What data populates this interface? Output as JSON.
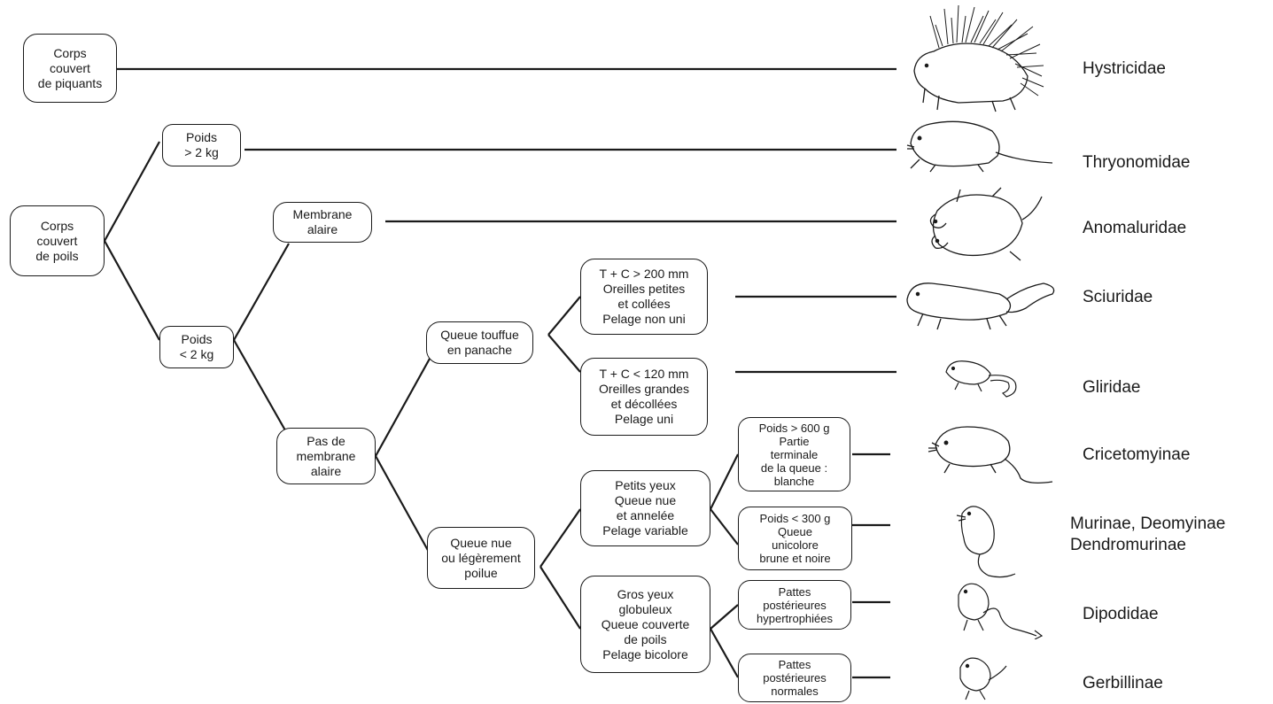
{
  "nodes": {
    "piquants": "Corps\ncouvert\nde piquants",
    "poils": "Corps\ncouvert\nde poils",
    "poids_sup2": "Poids\n> 2 kg",
    "poids_inf2": "Poids\n< 2 kg",
    "membrane": "Membrane\nalaire",
    "pas_membrane": "Pas de\nmembrane\nalaire",
    "queue_touffue": "Queue touffue\nen panache",
    "queue_nue": "Queue nue\nou légèrement\npoilue",
    "tc_200": "T + C > 200 mm\nOreilles petites\net collées\nPelage non uni",
    "tc_120": "T + C < 120 mm\nOreilles grandes\net décollées\nPelage  uni",
    "petits_yeux": "Petits yeux\nQueue nue\net annelée\nPelage  variable",
    "gros_yeux": "Gros yeux\nglobuleux\nQueue couverte\nde poils\nPelage bicolore",
    "poids_600": "Poids > 600 g\nPartie\nterminale\nde la queue :\nblanche",
    "poids_300": "Poids < 300 g\nQueue\nunicolore\nbrune et noire",
    "pattes_hyper": "Pattes\npostérieures\nhypertrophiées",
    "pattes_norm": "Pattes\npostérieures\nnormales"
  },
  "taxa": {
    "hystricidae": "Hystricidae",
    "thryonomidae": "Thryonomidae",
    "anomaluridae": "Anomaluridae",
    "sciuridae": "Sciuridae",
    "gliridae": "Gliridae",
    "cricetomyinae": "Cricetomyinae",
    "murinae": "Murinae, Deomyinae\nDendromurinae",
    "dipodidae": "Dipodidae",
    "gerbillinae": "Gerbillinae"
  },
  "icons": [
    "porcupine-icon",
    "cane-rat-icon",
    "flying-squirrel-icon",
    "squirrel-icon",
    "dormouse-icon",
    "giant-pouched-rat-icon",
    "mouse-icon",
    "jerboa-icon",
    "gerbil-icon"
  ],
  "colors": {
    "line": "#1a1a1a",
    "background": "#ffffff"
  }
}
